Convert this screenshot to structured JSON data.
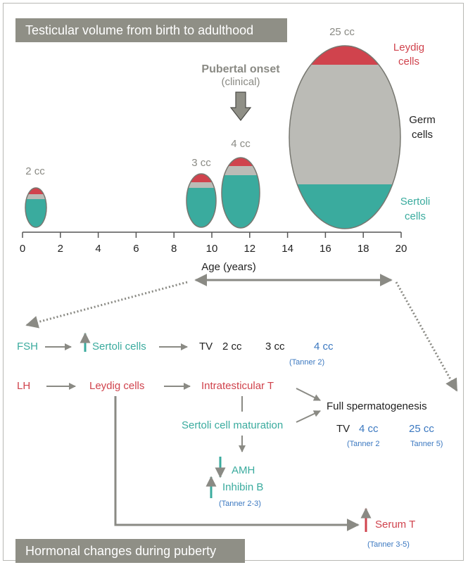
{
  "header_title": "Testicular volume from birth to adulthood",
  "footer_title": "Hormonal changes during puberty",
  "colors": {
    "sertoli": "#3aab9e",
    "leydig": "#d0434d",
    "germ": "#bbbbb6",
    "gray": "#8a8a84",
    "tanner": "#3b78c0",
    "outline": "#777770"
  },
  "volume_chart": {
    "xlabel": "Age (years)",
    "x_ticks": [
      0,
      2,
      4,
      6,
      8,
      10,
      12,
      14,
      16,
      18,
      20
    ],
    "testes": [
      {
        "age": 0.7,
        "volume_label": "2 cc"
      },
      {
        "age": 9.5,
        "volume_label": "3 cc"
      },
      {
        "age": 11.5,
        "volume_label": "4 cc"
      },
      {
        "age": 16.8,
        "volume_label": "25 cc"
      }
    ],
    "pubertal_onset": {
      "title": "Pubertal onset",
      "subtitle": "(clinical)"
    },
    "cell_labels": {
      "leydig": [
        "Leydig",
        "cells"
      ],
      "germ": [
        "Germ",
        "cells"
      ],
      "sertoli": [
        "Sertoli",
        "cells"
      ]
    }
  },
  "hormonal": {
    "fsh": "FSH",
    "sertoli_cells": "Sertoli cells",
    "tv": "TV",
    "vol_2cc": "2 cc",
    "vol_3cc": "3 cc",
    "vol_4cc": "4 cc",
    "tanner_2": "(Tanner 2)",
    "lh": "LH",
    "leydig_cells": "Leydig cells",
    "intratesticular_t": "Intratesticular T",
    "full_spermatogenesis": "Full spermatogenesis",
    "tv2": "TV",
    "vol_4cc_b": "4 cc",
    "vol_25cc": "25 cc",
    "tanner_2_open": "(Tanner 2",
    "tanner_5_close": "Tanner 5)",
    "sertoli_maturation": "Sertoli cell maturation",
    "amh": "AMH",
    "inhibin_b": "Inhibin B",
    "tanner_2_3": "(Tanner 2-3)",
    "serum_t": "Serum T",
    "tanner_3_5": "(Tanner 3-5)"
  }
}
